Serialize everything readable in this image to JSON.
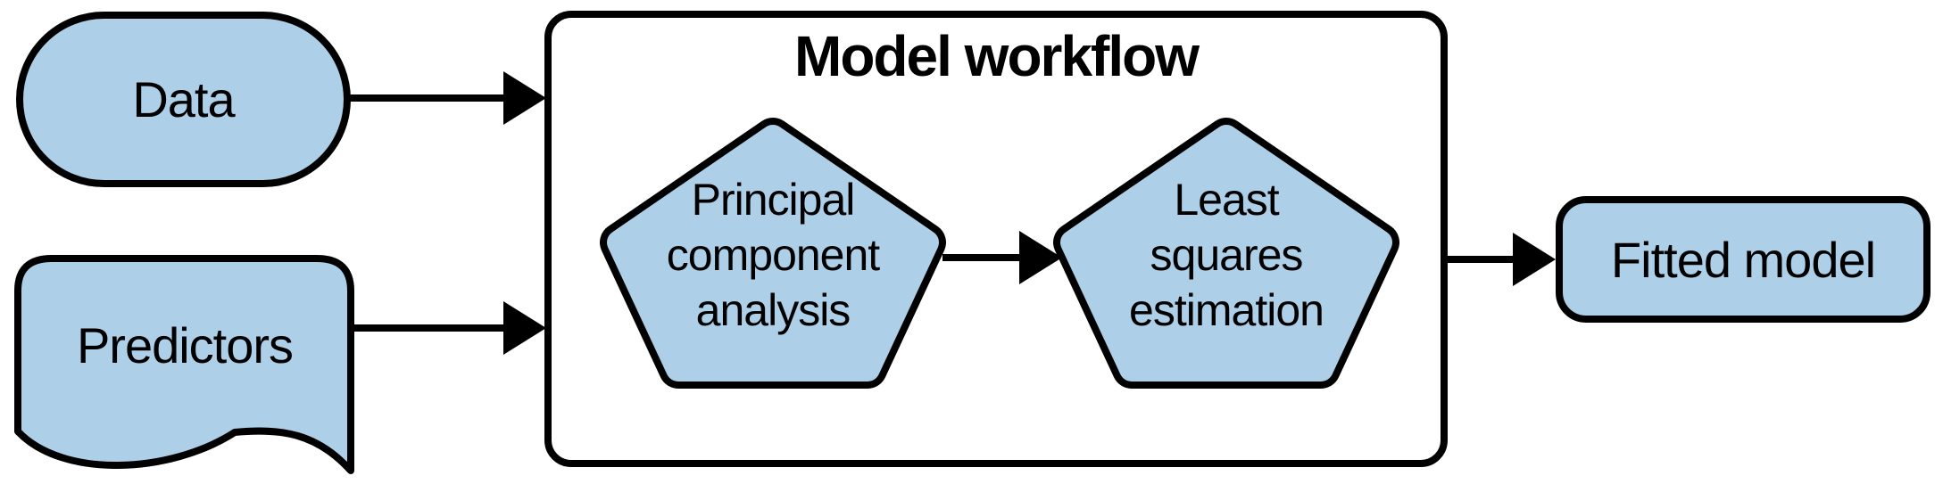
{
  "diagram": {
    "inputs": [
      {
        "id": "data",
        "label": "Data",
        "shape": "stadium"
      },
      {
        "id": "predictors",
        "label": "Predictors",
        "shape": "document"
      }
    ],
    "workflow": {
      "title": "Model workflow",
      "steps": [
        {
          "id": "pca",
          "shape": "pentagon",
          "lines": [
            "Principal",
            "component",
            "analysis"
          ]
        },
        {
          "id": "lse",
          "shape": "pentagon",
          "lines": [
            "Least",
            "squares",
            "estimation"
          ]
        }
      ]
    },
    "output": {
      "id": "fitted",
      "label": "Fitted model",
      "shape": "rounded-rect"
    },
    "connections": [
      {
        "from": "data",
        "to": "workflow"
      },
      {
        "from": "predictors",
        "to": "workflow"
      },
      {
        "from": "pca",
        "to": "lse"
      },
      {
        "from": "workflow",
        "to": "fitted"
      }
    ],
    "colors": {
      "node_fill": "#ADCFE8",
      "stroke": "#000000",
      "workflow_fill": "#FFFFFF",
      "background": "#FFFFFF"
    }
  }
}
